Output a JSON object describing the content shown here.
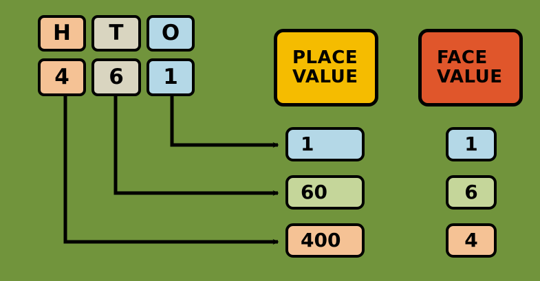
{
  "background_color": "#71943c",
  "palette": {
    "peach": "#f5c295",
    "beige": "#d9d5c0",
    "blue": "#b4d8e7",
    "sage": "#c5d69a",
    "yellow": "#f5bc00",
    "orange": "#e0562b",
    "outline": "#000000"
  },
  "place_chart": {
    "headers": [
      {
        "label": "H",
        "color": "#f5c295"
      },
      {
        "label": "T",
        "color": "#d9d5c0"
      },
      {
        "label": "O",
        "color": "#b4d8e7"
      }
    ],
    "digits": [
      {
        "label": "4",
        "color": "#f5c295"
      },
      {
        "label": "6",
        "color": "#d9d5c0"
      },
      {
        "label": "1",
        "color": "#b4d8e7"
      }
    ]
  },
  "place_value": {
    "title_line1": "PLACE",
    "title_line2": "VALUE",
    "title_color": "#f5bc00",
    "values": [
      {
        "label": "1",
        "color": "#b4d8e7"
      },
      {
        "label": "60",
        "color": "#c5d69a"
      },
      {
        "label": "400",
        "color": "#f5c295"
      }
    ]
  },
  "face_value": {
    "title_line1": "FACE",
    "title_line2": "VALUE",
    "title_color": "#e0562b",
    "values": [
      {
        "label": "1",
        "color": "#b4d8e7"
      },
      {
        "label": "6",
        "color": "#c5d69a"
      },
      {
        "label": "4",
        "color": "#f5c295"
      }
    ]
  },
  "connectors": [
    {
      "from": "1",
      "to": "1"
    },
    {
      "from": "6",
      "to": "60"
    },
    {
      "from": "4",
      "to": "400"
    }
  ]
}
